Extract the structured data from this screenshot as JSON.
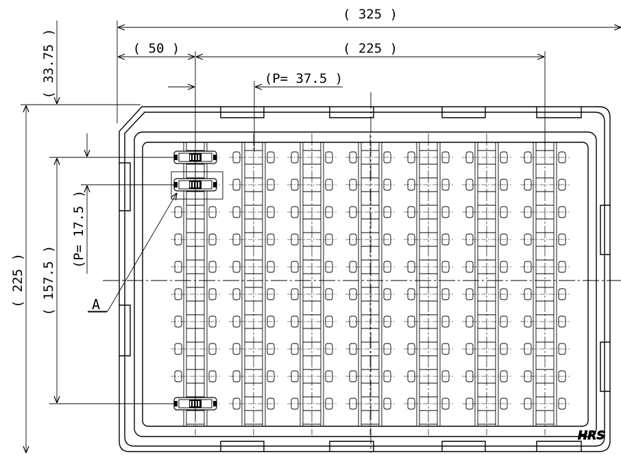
{
  "drawing": {
    "colors": {
      "ink": "#000000",
      "paper": "#ffffff"
    },
    "dimensions": {
      "overall_width": "( 325 )",
      "left_offset": "( 50 )",
      "pitch_span_x": "( 225 )",
      "pitch_x": "(P= 37.5 )",
      "top_offset": "( 33.75 )",
      "overall_height": "( 225 )",
      "pitch_span_y": "( 157.5 )",
      "pitch_y": "(P= 17.5 )"
    },
    "detail_callout": "A",
    "logo": "HRS",
    "tray": {
      "columns": 7,
      "rows": 10,
      "loaded_positions": [
        "column 1 row 1",
        "column 1 row 2",
        "column 1 row 10"
      ]
    }
  }
}
